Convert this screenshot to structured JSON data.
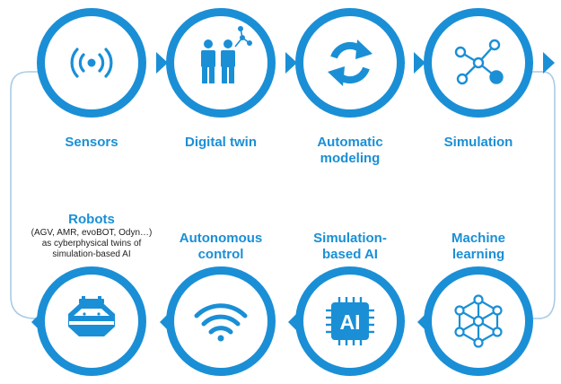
{
  "colors": {
    "primary": "#1a8fd6",
    "loop_line": "#a9cce6",
    "description_text": "#222222"
  },
  "top_row": [
    {
      "id": "sensors",
      "icon": "sensor-waves-icon",
      "label": [
        "Sensors"
      ]
    },
    {
      "id": "digital-twin",
      "icon": "twin-people-icon",
      "label": [
        "Digital twin"
      ]
    },
    {
      "id": "automatic-modeling",
      "icon": "refresh-arrows-icon",
      "label": [
        "Automatic",
        "modeling"
      ]
    },
    {
      "id": "simulation",
      "icon": "network-nodes-icon",
      "label": [
        "Simulation"
      ]
    }
  ],
  "bottom_row": [
    {
      "id": "robots",
      "icon": "robot-icon",
      "label": [
        "Robots"
      ],
      "description": [
        "(AGV, AMR, evoBOT, Odyn…)",
        "as cyberphysical twins of",
        "simulation-based AI"
      ]
    },
    {
      "id": "autonomous-control",
      "icon": "wifi-icon",
      "label": [
        "Autonomous",
        "control"
      ]
    },
    {
      "id": "simulation-based-ai",
      "icon": "ai-chip-icon",
      "label": [
        "Simulation-",
        "based AI"
      ]
    },
    {
      "id": "machine-learning",
      "icon": "neural-network-icon",
      "label": [
        "Machine",
        "learning"
      ]
    }
  ]
}
